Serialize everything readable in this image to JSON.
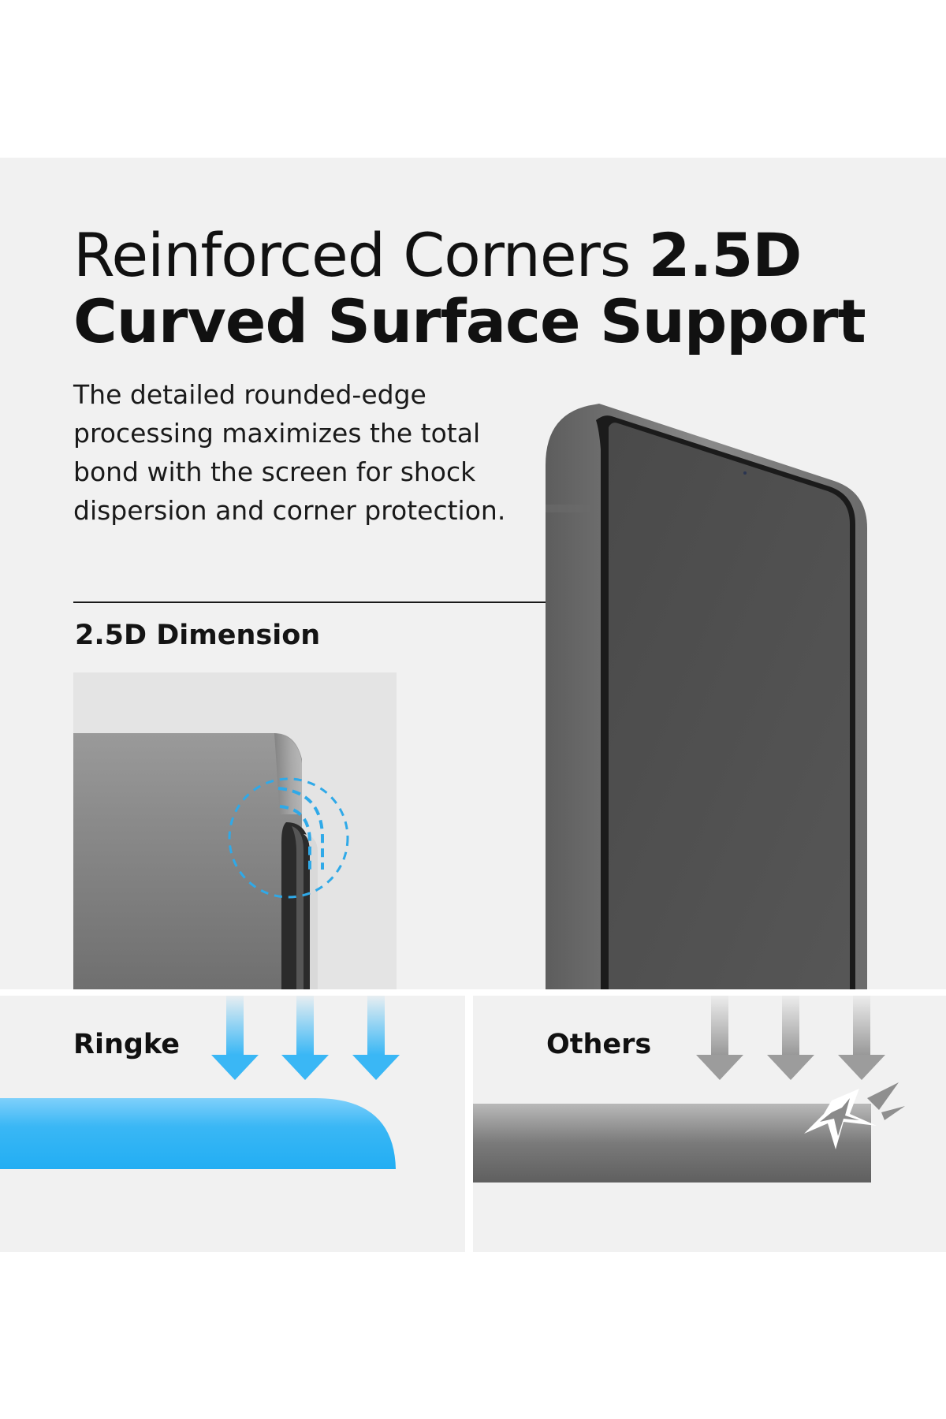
{
  "headline": {
    "part1": "Reinforced Corners ",
    "part2": "2.5D",
    "part3": "Curved Surface Support"
  },
  "description": "The detailed rounded-edge processing maximizes the total bond with the screen for shock dispersion and corner protection.",
  "dimension_label": "2.5D Dimension",
  "comparison": {
    "ringke_label": "Ringke",
    "others_label": "Others"
  },
  "colors": {
    "panel_bg": "#f1f1f1",
    "ringke_blue": "#3ab7f5",
    "others_gray": "#6e6e6e",
    "highlight_dash": "#2fa9e8"
  }
}
